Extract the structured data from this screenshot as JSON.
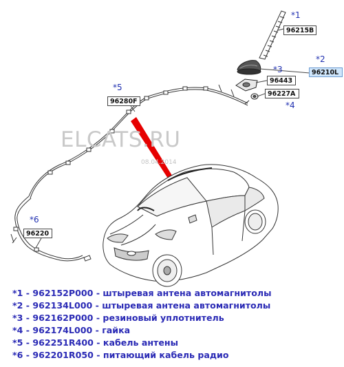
{
  "watermark": {
    "text": "ELCATS.RU",
    "date": "08.04.2014"
  },
  "parts": [
    {
      "id": "p1",
      "marker": "*1",
      "code": "96215B",
      "highlight": false
    },
    {
      "id": "p2",
      "marker": "*2",
      "code": "96210L",
      "highlight": true
    },
    {
      "id": "p3",
      "marker": "*3",
      "code": "96443",
      "highlight": false
    },
    {
      "id": "p4",
      "marker": "*4",
      "code": "96227A",
      "highlight": false
    },
    {
      "id": "p5",
      "marker": "*5",
      "code": "96280F",
      "highlight": false
    },
    {
      "id": "p6",
      "marker": "*6",
      "code": "96220",
      "highlight": false
    }
  ],
  "legend": [
    "*1 - 962152P000 - штыревая антена автомагнитолы",
    "*2 - 962134L000 - штыревая антена автомагнитолы",
    "*3 - 962162P000 - резиновый уплотнитель",
    "*4 - 962174L000 - гайка",
    "*5 - 962251R400 - кабель антены",
    "*6 - 962201R050 - питающий кабель радио"
  ],
  "colors": {
    "marker": "#1f2fb0",
    "legend": "#2a2ab5",
    "pointer": "#e60000",
    "highlight": "#cfe6fb"
  }
}
